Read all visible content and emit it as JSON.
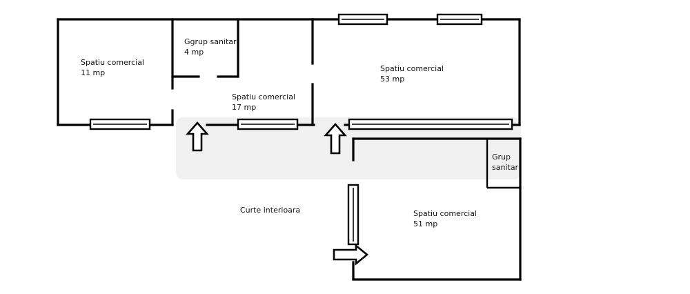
{
  "rooms": {
    "r1": {
      "name": "Spatiu comercial",
      "area": "11 mp"
    },
    "r2": {
      "name": "Ggrup sanitar",
      "area": "4 mp"
    },
    "r3": {
      "name": "Spatiu comercial",
      "area": "17 mp"
    },
    "r4": {
      "name": "Spatiu comercial",
      "area": "53 mp"
    },
    "r5": {
      "name": "Spatiu comercial",
      "area": "51 mp"
    },
    "r6": {
      "name": "Grup",
      "area": "sanitar"
    }
  },
  "courtyard": "Curte interioara",
  "colors": {
    "wall": "#000000",
    "background": "#ffffff"
  }
}
